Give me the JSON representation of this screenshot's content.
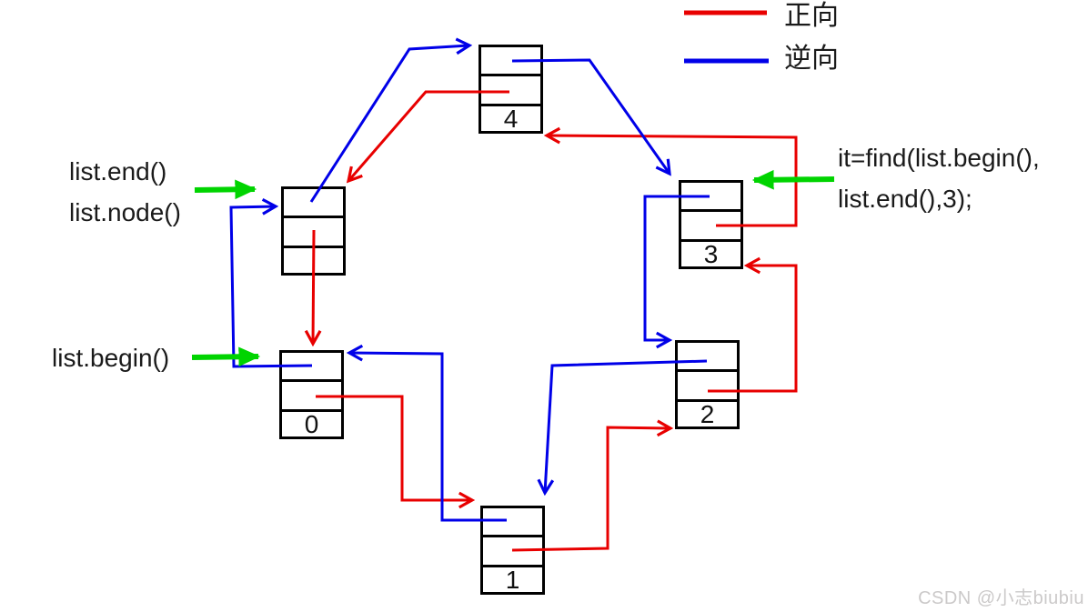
{
  "legend": {
    "forward": {
      "label": "正向",
      "color": "#e80000"
    },
    "reverse": {
      "label": "逆向",
      "color": "#0000e8"
    }
  },
  "labels": {
    "end_node": {
      "line1": "list.end()",
      "line2": "list.node()"
    },
    "begin_node": {
      "line1": "list.begin()"
    },
    "find_call": {
      "line1": "it=find(list.begin(),",
      "line2": "list.end(),3);"
    }
  },
  "nodes": {
    "end": {
      "value": ""
    },
    "n0": {
      "value": "0"
    },
    "n1": {
      "value": "1"
    },
    "n2": {
      "value": "2"
    },
    "n3": {
      "value": "3"
    },
    "n4": {
      "value": "4"
    }
  },
  "colors": {
    "forward": "#e80000",
    "reverse": "#0000e8",
    "label_arrow": "#00d400",
    "box_border": "#000000"
  },
  "watermark": "CSDN @小志biubiu"
}
